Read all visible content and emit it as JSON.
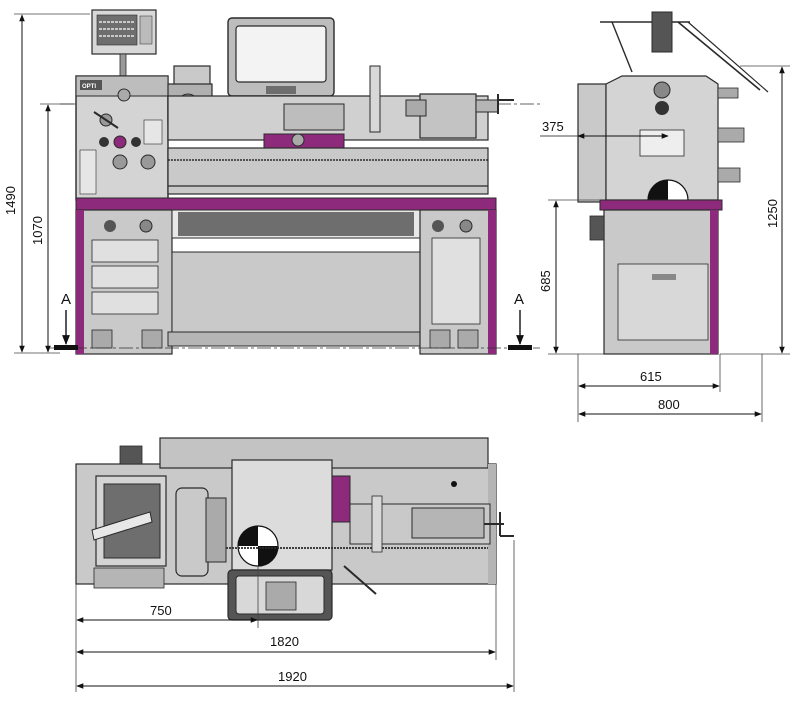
{
  "colors": {
    "accent_purple": "#8e2a7c",
    "machine_grey": "#c9c9c9",
    "dark_grey": "#6e6e6e",
    "outline": "#2a2a2a"
  },
  "front_view": {
    "dim_height_total": "1490",
    "dim_height_center": "1070",
    "section_label_left": "A",
    "section_label_right": "A",
    "brand": "OPTI"
  },
  "side_view": {
    "dim_center_offset": "375",
    "dim_height_bench": "685",
    "dim_height_total": "1250",
    "dim_width_base": "615",
    "dim_width_total": "800"
  },
  "top_view": {
    "dim_to_center": "750",
    "dim_width_base": "1820",
    "dim_width_total": "1920"
  }
}
